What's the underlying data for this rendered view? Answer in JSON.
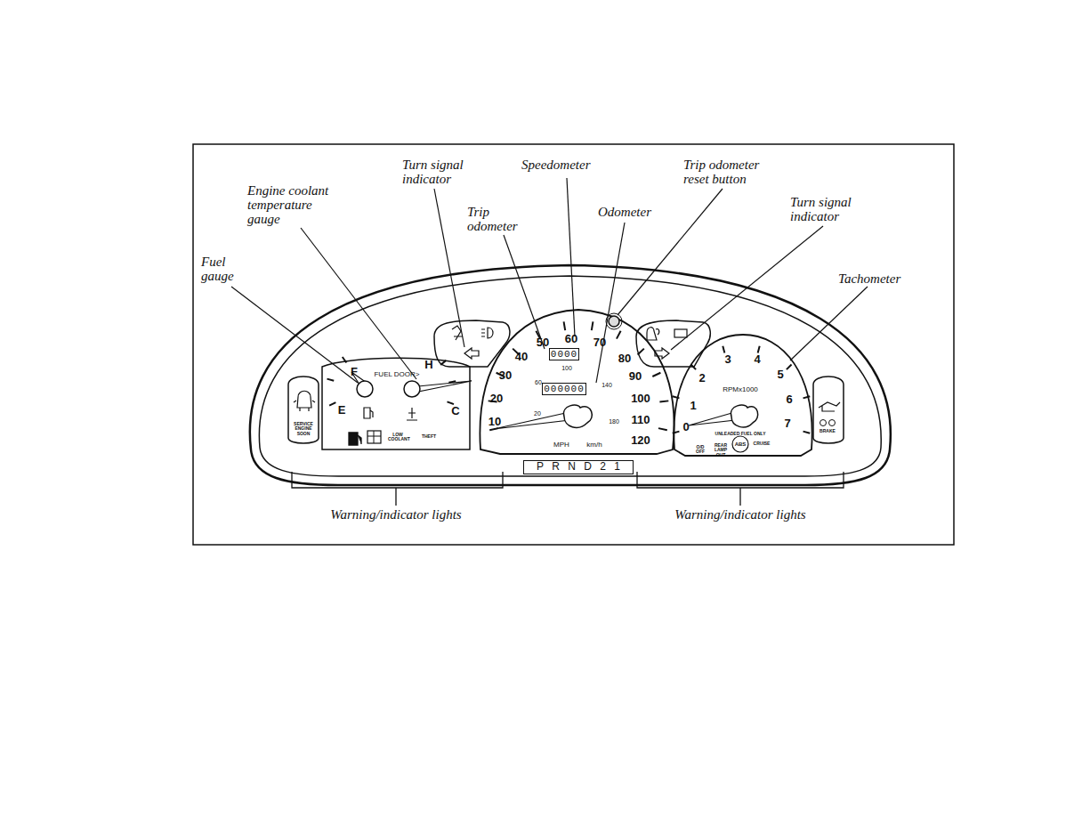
{
  "diagram": {
    "labels": [
      "Turn signal indicator",
      "Speedometer",
      "Trip odometer reset button",
      "Engine coolant temperature gauge",
      "Trip odometer",
      "Odometer",
      "Turn signal indicator",
      "Fuel gauge",
      "Tachometer",
      "Warning/indicator lights",
      "Warning/indicator lights",
      "F",
      "E",
      "FUEL DOOR>",
      "H",
      "C",
      "LOW COOLANT",
      "THEFT",
      "SERVICE ENGINE SOON",
      "10",
      "20",
      "30",
      "40",
      "50",
      "60",
      "70",
      "80",
      "90",
      "100",
      "110",
      "120",
      "20",
      "60",
      "100",
      "140",
      "180",
      "MPH",
      "km/h",
      "0000",
      "000000",
      "P R N D 2 1",
      "0",
      "1",
      "2",
      "3",
      "4",
      "5",
      "6",
      "7",
      "RPMx1000",
      "UNLEADED FUEL ONLY",
      "O/D OFF",
      "REAR LAMP OUT",
      "ABS",
      "CRUISE",
      "BRAKE"
    ]
  }
}
